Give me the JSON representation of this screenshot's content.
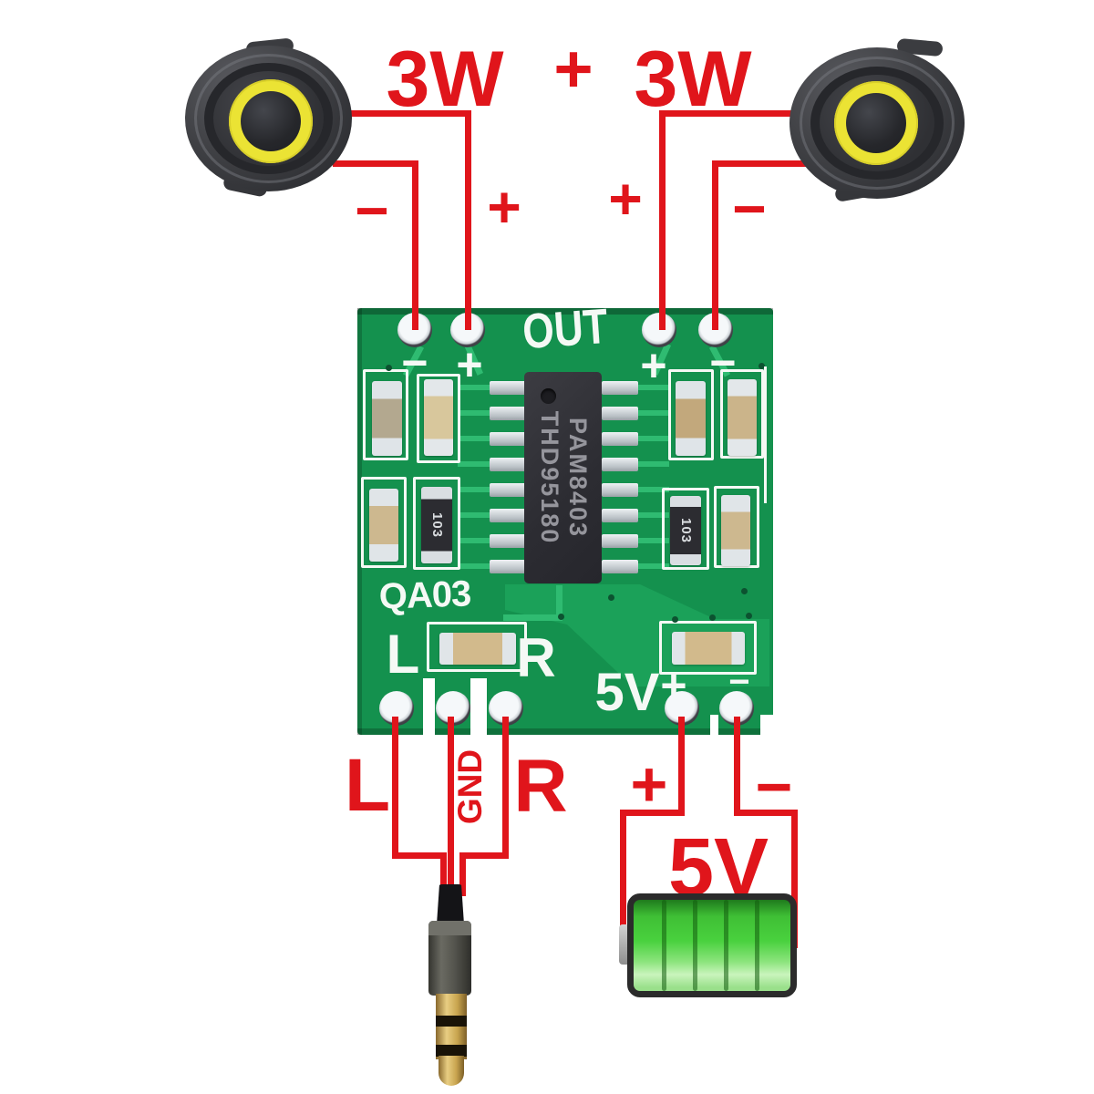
{
  "diagram": {
    "speaker_left_power": "3W",
    "speaker_right_power": "3W",
    "plus": "+",
    "minus": "−",
    "pcb": {
      "out_label": "OUT",
      "silk_minus_left": "−",
      "silk_plus_left": "+",
      "silk_plus_right": "+",
      "silk_minus_right": "−",
      "chip_marking_line1": "PAM8403",
      "chip_marking_line2": "THD95180",
      "board_marking": "QA03",
      "left_label": "L",
      "right_label": "R",
      "power_label": "5V",
      "silk_power_plus": "+",
      "silk_power_minus": "−",
      "resistor_marking_left": "103",
      "resistor_marking_right": "103"
    },
    "input": {
      "left": "L",
      "ground": "GND",
      "right": "R"
    },
    "power": {
      "plus": "+",
      "minus": "−",
      "voltage": "5V"
    }
  },
  "colors": {
    "wire_red": "#e0151b",
    "pcb_green": "#14914e",
    "battery_green": "#46cf3f",
    "speaker_ring_yellow": "#ebe334",
    "plug_gold": "#d4af5e"
  }
}
